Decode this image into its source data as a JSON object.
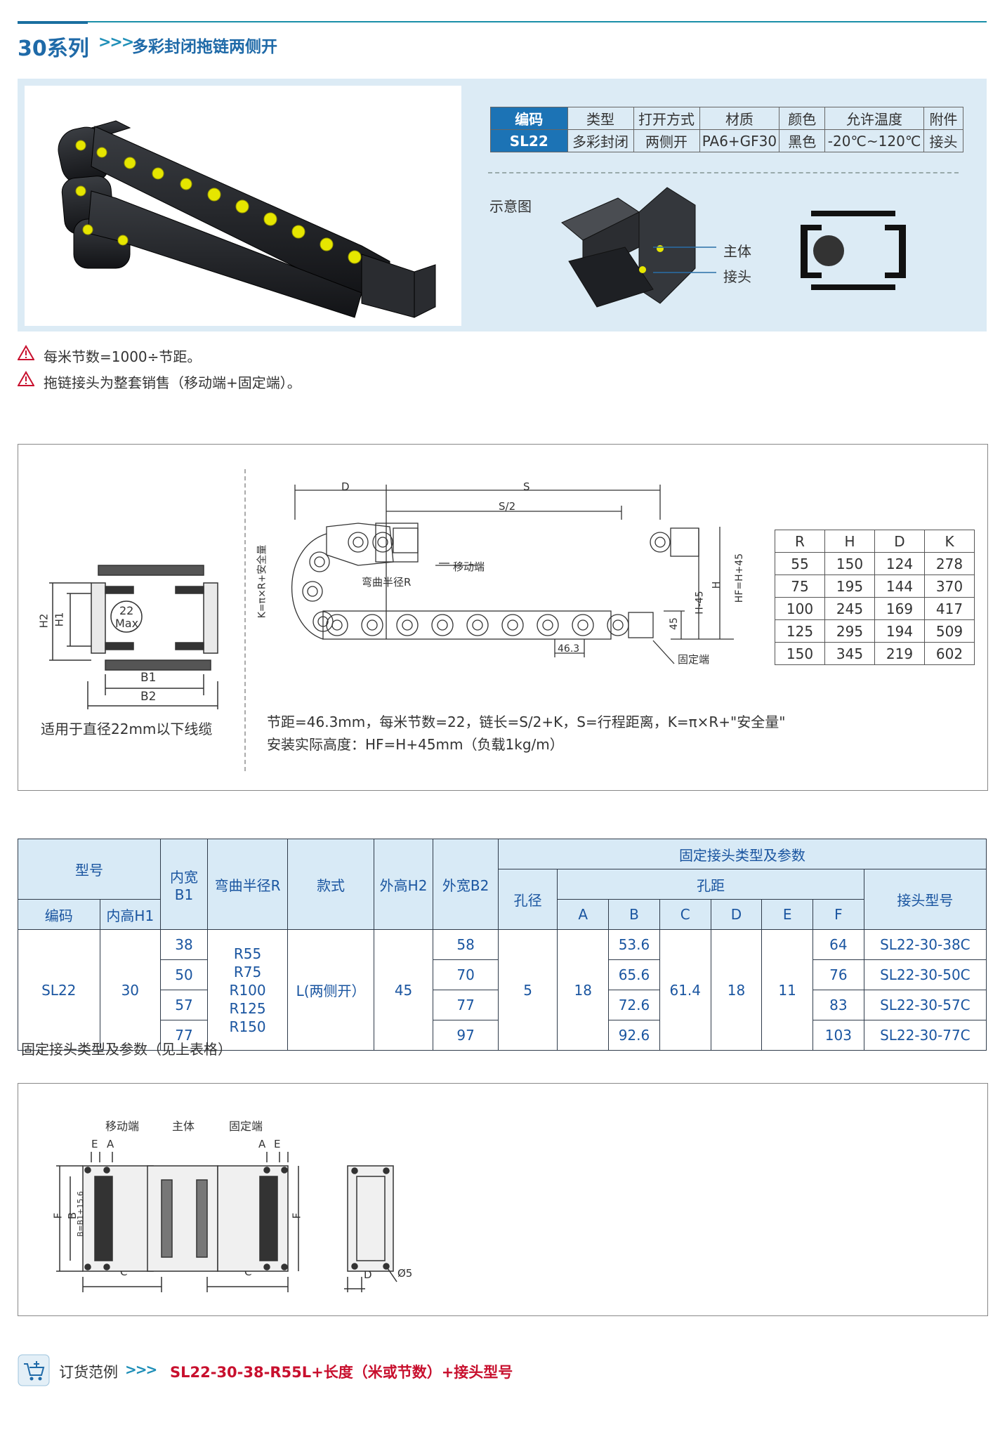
{
  "header": {
    "series": "30系列",
    "arrows": ">>>",
    "subtitle": "多彩封闭拖链两侧开"
  },
  "spec_table": {
    "headers": [
      "编码",
      "类型",
      "打开方式",
      "材质",
      "颜色",
      "允许温度",
      "附件"
    ],
    "row": [
      "SL22",
      "多彩封闭",
      "两侧开",
      "PA6+GF30",
      "黑色",
      "-20℃~120℃",
      "接头"
    ]
  },
  "schematic": {
    "label": "示意图",
    "callout_body": "主体",
    "callout_joint": "接头"
  },
  "warnings": [
    "每米节数=1000÷节距。",
    "拖链接头为整套销售（移动端+固定端）。"
  ],
  "diagram1": {
    "cross_section": {
      "H2": "H2",
      "H1": "H1",
      "circle_top": "22",
      "circle_bottom": "Max",
      "B1": "B1",
      "B2": "B2",
      "caption": "适用于直径22mm以下线缆"
    },
    "chain": {
      "D": "D",
      "S": "S",
      "S_half": "S/2",
      "K_formula": "K=π×R+安全量",
      "moving_end": "移动端",
      "bend_radius": "弯曲半径R",
      "pitch_dim": "46.3",
      "fixed_end": "固定端",
      "H45": "H-45",
      "H": "H",
      "HF": "HF=H+45",
      "dim45": "45"
    },
    "formula_line1": "节距=46.3mm，每米节数=22，链长=S/2+K，S=行程距离，K=π×R+\"安全量\"",
    "formula_line2": "安装实际高度：HF=H+45mm（负载1kg/m）"
  },
  "rhdk_table": {
    "headers": [
      "R",
      "H",
      "D",
      "K"
    ],
    "rows": [
      [
        "55",
        "150",
        "124",
        "278"
      ],
      [
        "75",
        "195",
        "144",
        "370"
      ],
      [
        "100",
        "245",
        "169",
        "417"
      ],
      [
        "125",
        "295",
        "194",
        "509"
      ],
      [
        "150",
        "345",
        "219",
        "602"
      ]
    ]
  },
  "main_table": {
    "model": "型号",
    "code": "编码",
    "inner_height": "内高H1",
    "inner_width": "内宽B1",
    "bend_radius": "弯曲半径R",
    "style": "款式",
    "outer_height": "外高H2",
    "outer_width": "外宽B2",
    "fixed_joint": "固定接头类型及参数",
    "hole_dia": "孔径",
    "hole_pitch": "孔距",
    "joint_model": "接头型号",
    "cols": [
      "A",
      "B",
      "C",
      "D",
      "E",
      "F"
    ],
    "code_val": "SL22",
    "h1_val": "30",
    "radii": [
      "R55",
      "R75",
      "R100",
      "R125",
      "R150"
    ],
    "style_val": "L(两侧开）",
    "h2_val": "45",
    "hole_val": "5",
    "A_val": "18",
    "C_val": "61.4",
    "D_val": "18",
    "E_val": "11",
    "rows": [
      {
        "b1": "38",
        "b2": "58",
        "B": "53.6",
        "F": "64",
        "model": "SL22-30-38C"
      },
      {
        "b1": "50",
        "b2": "70",
        "B": "65.6",
        "F": "76",
        "model": "SL22-30-50C"
      },
      {
        "b1": "57",
        "b2": "77",
        "B": "72.6",
        "F": "83",
        "model": "SL22-30-57C"
      },
      {
        "b1": "77",
        "b2": "97",
        "B": "92.6",
        "F": "103",
        "model": "SL22-30-77C"
      }
    ],
    "caption": "固定接头类型及参数（见上表格）"
  },
  "diagram2": {
    "moving_end": "移动端",
    "body": "主体",
    "fixed_end": "固定端",
    "E": "E",
    "A": "A",
    "F": "F",
    "B": "B",
    "B_formula": "B=B1+15.6",
    "C": "C",
    "D": "D",
    "hole": "Ø5"
  },
  "order": {
    "label": "订货范例",
    "arrows": ">>>",
    "example": "SL22-30-38-R55L+长度（米或节数）+接头型号"
  },
  "colors": {
    "brand_blue": "#1f6aa8",
    "header_blue": "#1c73b5",
    "light_blue": "#dcebf5",
    "accent_red": "#c8102e"
  }
}
